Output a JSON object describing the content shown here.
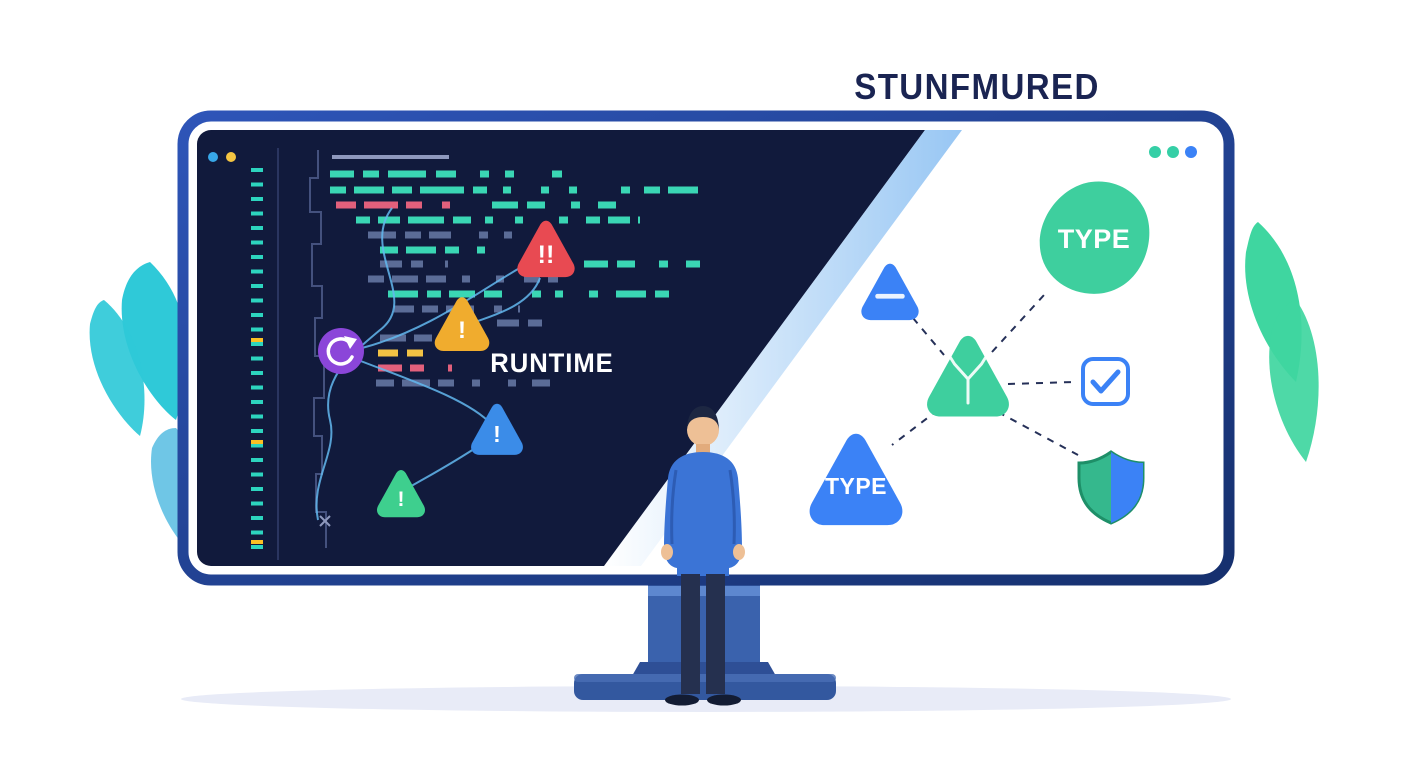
{
  "headline": "STUNFMURED",
  "monitor": {
    "left_panel": {
      "label": "RUNTIME",
      "alerts": {
        "critical": "!!",
        "warning": "!",
        "info": "!",
        "minor": "!"
      }
    },
    "right_panel": {
      "type_top": "TYPE",
      "type_bottom": "TYPE"
    }
  },
  "colors": {
    "navy": "#111a3c",
    "red": "#e84a52",
    "amber": "#f0ac2e",
    "blue": "#3b8ce8",
    "green_tri": "#3ecf8e",
    "purple": "#8b46d9",
    "mint": "#3ecf9e",
    "node_blue": "#3b82f6",
    "teal": "#3ad6b4",
    "leaf_cyan": "#2fc9d8",
    "leaf_green": "#3fd6a0"
  }
}
